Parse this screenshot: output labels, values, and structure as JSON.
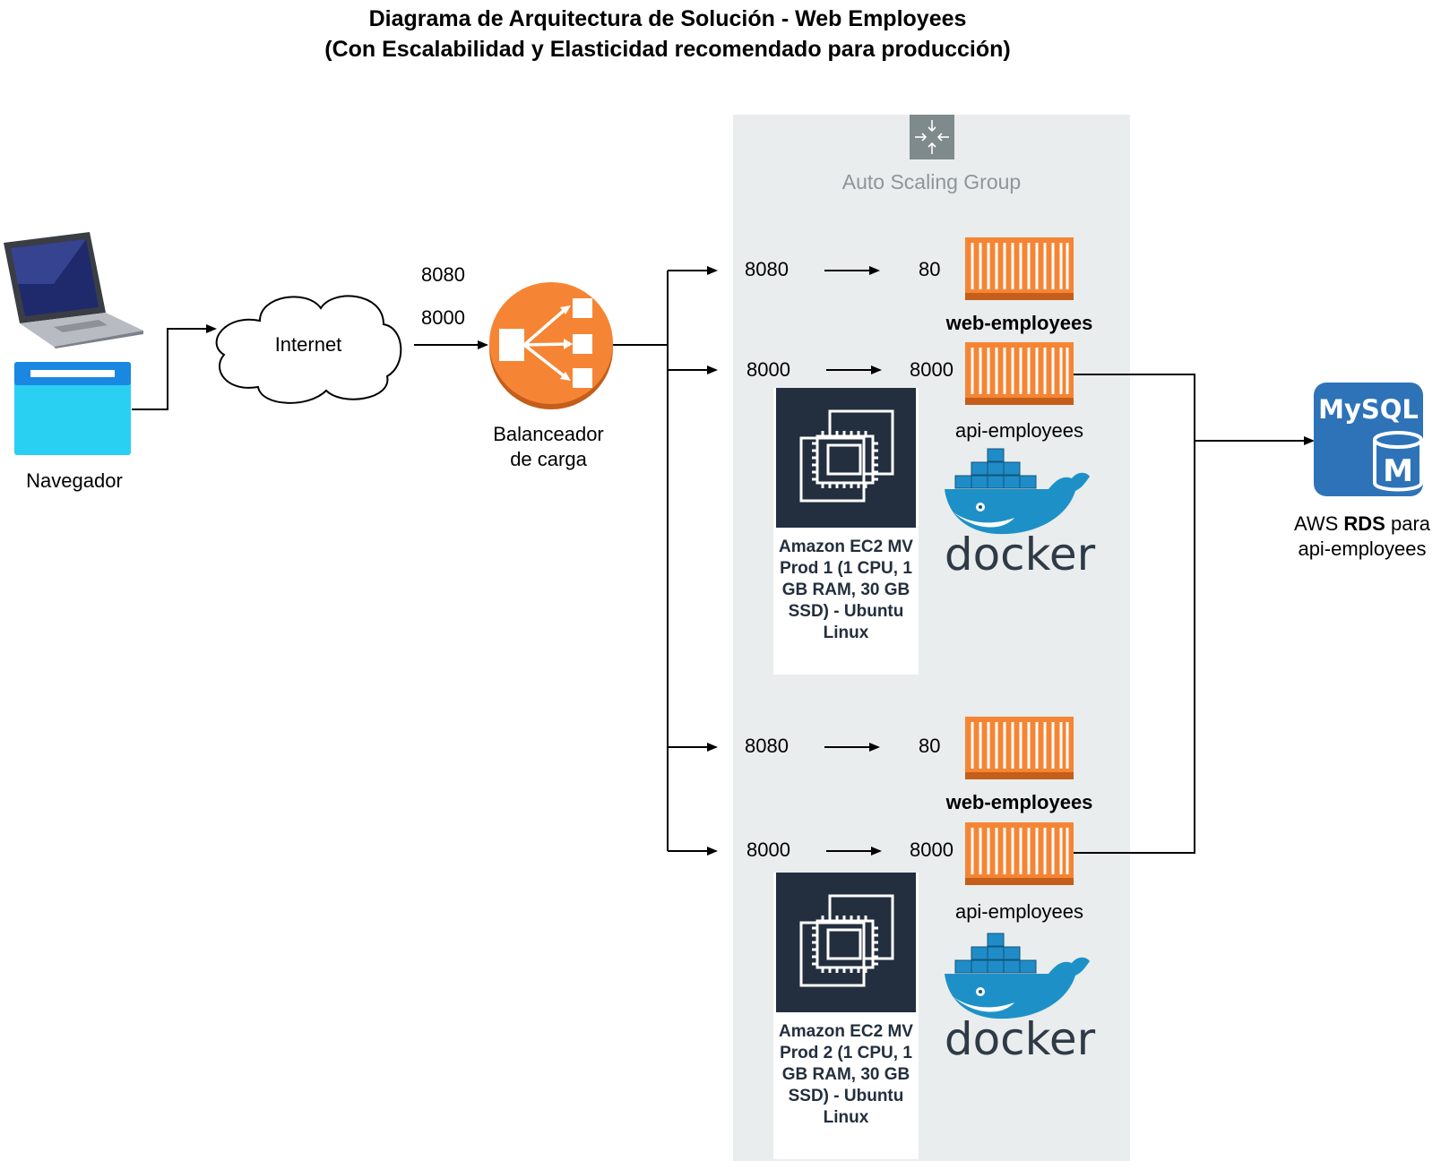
{
  "title": {
    "line1": "Diagrama de Arquitectura de Solución - Web Employees",
    "line2": "(Con Escalabilidad y Elasticidad recomendado para producción)"
  },
  "client": {
    "label": "Navegador"
  },
  "internet": {
    "label": "Internet"
  },
  "lb": {
    "port_a": "8080",
    "port_b": "8000",
    "label_line1": "Balanceador",
    "label_line2": "de carga"
  },
  "asg": {
    "label": "Auto Scaling Group"
  },
  "vms": [
    {
      "web": {
        "host_port": "8080",
        "container_port": "80",
        "name": "web-employees"
      },
      "api": {
        "host_port": "8000",
        "container_port": "8000",
        "name": "api-employees"
      },
      "ec2_label": "Amazon EC2 MV Prod 1 (1 CPU, 1 GB RAM, 30 GB SSD) - Ubuntu Linux",
      "docker": "docker"
    },
    {
      "web": {
        "host_port": "8080",
        "container_port": "80",
        "name": "web-employees"
      },
      "api": {
        "host_port": "8000",
        "container_port": "8000",
        "name": "api-employees"
      },
      "ec2_label": "Amazon EC2 MV Prod 2 (1 CPU, 1 GB RAM, 30 GB SSD) - Ubuntu Linux",
      "docker": "docker"
    }
  ],
  "rds": {
    "logo_text": "MySQL",
    "badge": "M",
    "label_prefix": "AWS",
    "label_bold": "RDS",
    "label_suffix": "para",
    "label_line2": "api-employees"
  },
  "colors": {
    "container_orange": "#f58534",
    "ec2_dark": "#232f3e",
    "lb_orange": "#f58534",
    "rds_blue": "#2e73b8",
    "docker_blue": "#1d91c7",
    "asg_bg": "#e9edee"
  }
}
